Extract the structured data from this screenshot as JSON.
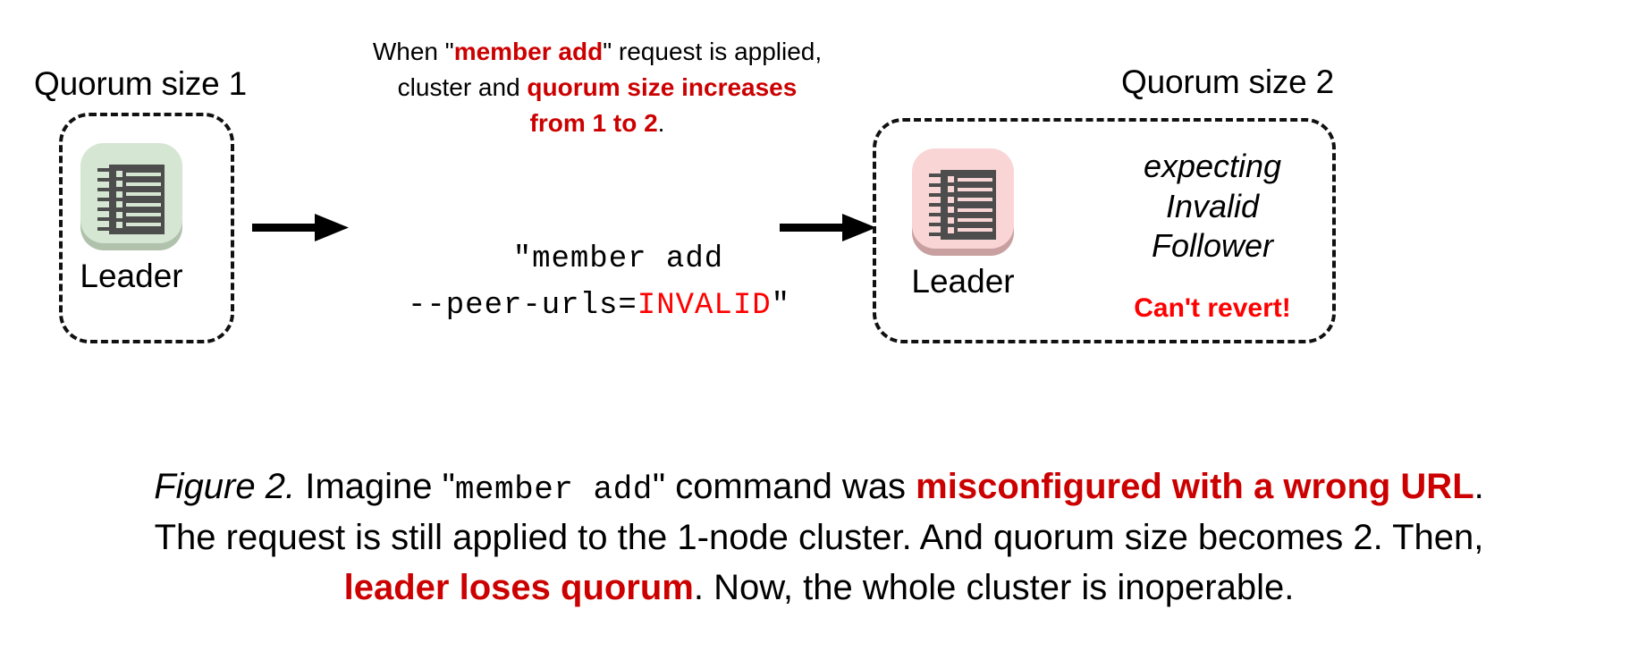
{
  "figure": {
    "left_cluster": {
      "title": "Quorum size 1",
      "node_label": "Leader",
      "icon": "ledger-icon",
      "tile_color": "#d5e6d2",
      "shadow_color": "#b0c2ac"
    },
    "right_cluster": {
      "title": "Quorum size 2",
      "node_label": "Leader",
      "icon": "ledger-icon",
      "tile_color": "#f9d5d5",
      "shadow_color": "#c8a0a0",
      "status_line_1": "expecting",
      "status_line_2": "Invalid",
      "status_line_3": "Follower",
      "warning": "Can't revert!",
      "warning_color": "#fe0000"
    },
    "annotation": {
      "part_1": "When \"",
      "emph_1": "member add",
      "part_2": "\" request is applied,",
      "part_3": "cluster and ",
      "emph_2": "quorum size increases",
      "emph_3": "from 1 to 2",
      "part_4": ".",
      "emph_color": "#cc0000"
    },
    "command": {
      "line_1": "\"member add",
      "line_2_prefix": "--peer-urls=",
      "line_2_invalid": "INVALID",
      "line_2_suffix": "\"",
      "invalid_color": "#fe0000"
    },
    "arrows": {
      "left": "arrow-right-icon",
      "right": "arrow-right-icon",
      "color": "#000000"
    },
    "caption": {
      "label": "Figure 2.",
      "text_1": " Imagine \"",
      "code_1": "member add",
      "text_2": "\" command was ",
      "emph_1": "misconfigured with a wrong URL",
      "text_3": ".",
      "text_4": "The request is still applied to the 1-node cluster. And quorum size becomes 2. Then,",
      "emph_2": "leader loses quorum",
      "text_5": ". Now, the whole cluster is inoperable.",
      "emph_color": "#cc0000"
    }
  }
}
